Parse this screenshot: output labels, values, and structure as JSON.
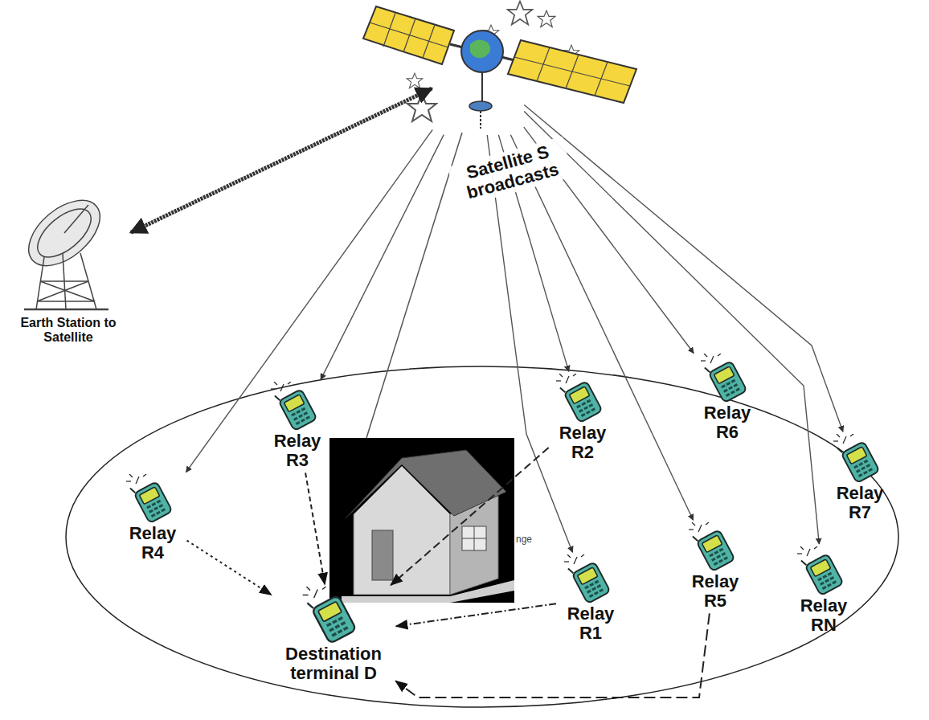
{
  "diagram": {
    "nodes": [
      {
        "text": [
          "Satellite S broadcasts"
        ]
      },
      {
        "text": [
          "Earth Station to Satellite"
        ]
      },
      {
        "text": [
          "Relay R3"
        ]
      },
      {
        "text": [
          "Relay R4"
        ]
      },
      {
        "text": [
          "Relay R2"
        ]
      },
      {
        "text": [
          "Relay R6"
        ]
      },
      {
        "text": [
          "Relay R7"
        ]
      },
      {
        "text": [
          "Relay R1"
        ]
      },
      {
        "text": [
          "Relay R5"
        ]
      },
      {
        "text": [
          "Relay RN"
        ]
      },
      {
        "text": [
          "Destination terminal D"
        ]
      }
    ],
    "edges": [
      {
        "from": 0,
        "to": 1,
        "arrow": "both"
      },
      {
        "from": 0,
        "to": 3,
        "arrow": "to"
      },
      {
        "from": 0,
        "to": 2,
        "arrow": "to"
      },
      {
        "from": 0,
        "to": 4,
        "arrow": "to"
      },
      {
        "from": 0,
        "to": 7,
        "arrow": "to"
      },
      {
        "from": 0,
        "to": 8,
        "arrow": "to"
      },
      {
        "from": 0,
        "to": 5,
        "arrow": "to"
      },
      {
        "from": 0,
        "to": 6,
        "arrow": "to"
      },
      {
        "from": 0,
        "to": 9,
        "arrow": "to"
      },
      {
        "from": 3,
        "to": 10,
        "arrow": "to"
      },
      {
        "from": 2,
        "to": 10,
        "arrow": "to"
      },
      {
        "from": 4,
        "to": 10,
        "arrow": "to"
      },
      {
        "from": 7,
        "to": 10,
        "arrow": "to"
      },
      {
        "from": 8,
        "to": 10,
        "arrow": "to"
      }
    ],
    "labels": [
      "nge"
    ]
  }
}
